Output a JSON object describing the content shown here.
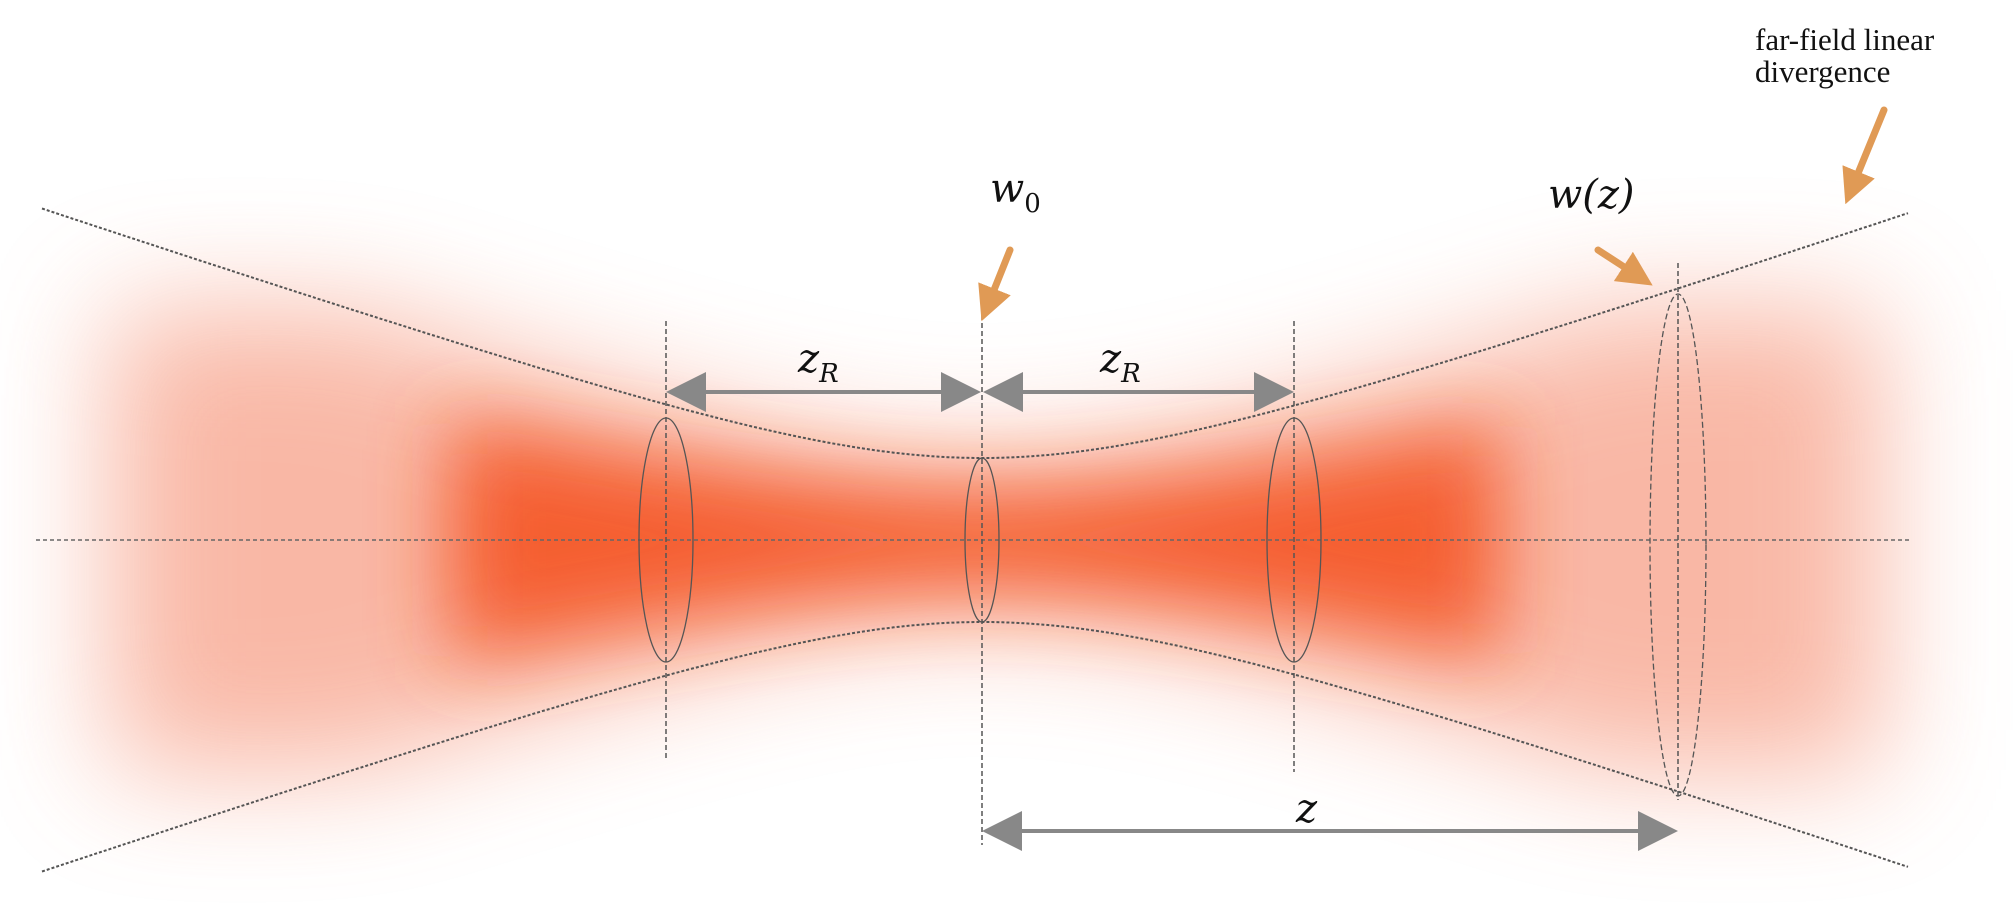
{
  "labels": {
    "waist": "w",
    "waist_sub": "0",
    "beam_radius": "w(z)",
    "rayleigh_left": "z",
    "rayleigh_left_sub": "R",
    "rayleigh_right": "z",
    "rayleigh_right_sub": "R",
    "distance": "z",
    "far_field_line1": "far-field linear",
    "far_field_line2": "divergence"
  },
  "colors": {
    "beam": "#f4501e",
    "pointer_arrows": "#e09a55",
    "dimension_arrows": "#888888",
    "lines": "#555555"
  }
}
